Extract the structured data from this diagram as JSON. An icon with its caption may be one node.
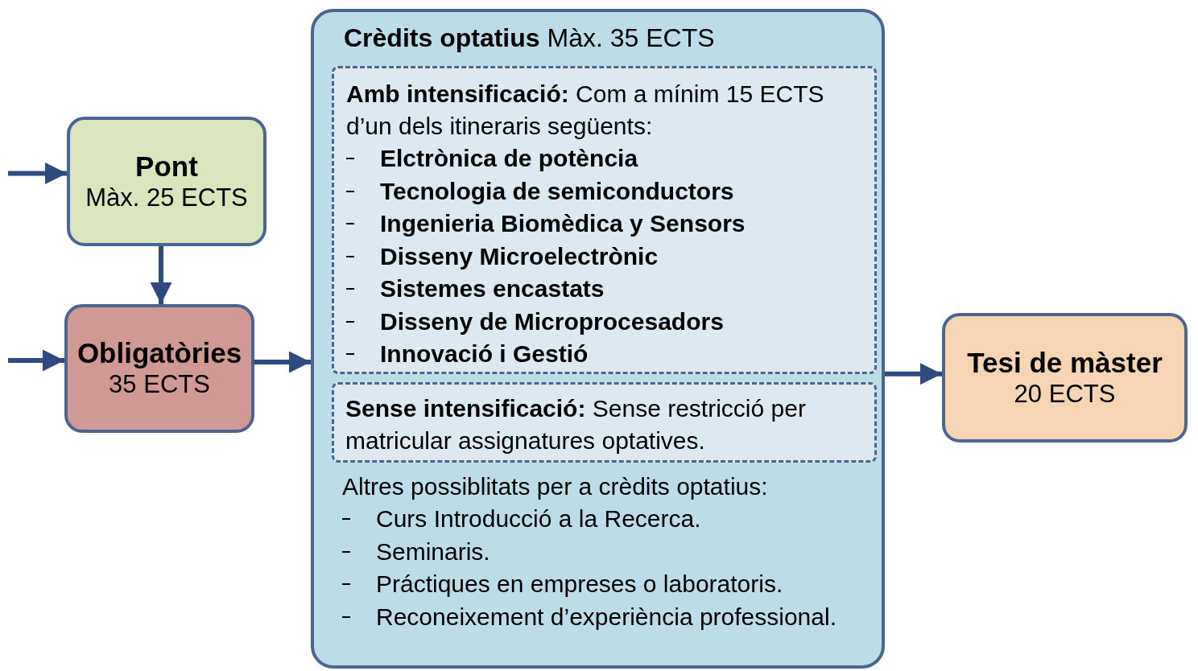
{
  "diagram": {
    "nodes": [
      {
        "text": [
          "Pont",
          "Màx. 25 ECTS"
        ]
      },
      {
        "text": [
          "Obligatòries",
          "35 ECTS"
        ]
      },
      {
        "text": [
          "**Crèdits optatius** Màx. 35 ECTS",
          "Altres possiblitats per a crèdits optatius:",
          "Curs Introducció a la Recerca.",
          "Seminaris.",
          "Práctiques en empreses o laboratoris.",
          "Reconeixement d’experiència professional."
        ]
      },
      {
        "text": [
          "**Amb intensificació:** Com a  mínim 15 ECTS d’un dels itineraris següents:",
          "Elctrònica de potència",
          "Tecnologia de semiconductors",
          "Ingenieria Biomèdica y Sensors",
          "Disseny Microelectrònic",
          "Sistemes encastats",
          "Disseny de Microprocesadors",
          "Innovació i Gestió"
        ],
        "in": 2
      },
      {
        "text": [
          "**Sense intensificació:** Sense restricció per matricular assignatures optatives."
        ],
        "in": 2
      },
      {
        "text": [
          "Tesi de màster",
          "20 ECTS"
        ]
      }
    ],
    "edges": [
      {
        "from": null,
        "to": 0,
        "arrow": "to"
      },
      {
        "from": null,
        "to": 1,
        "arrow": "to"
      },
      {
        "from": 0,
        "to": 1,
        "arrow": "to"
      },
      {
        "from": 1,
        "to": 2,
        "arrow": "to"
      },
      {
        "from": 2,
        "to": 5,
        "arrow": "to"
      }
    ]
  }
}
